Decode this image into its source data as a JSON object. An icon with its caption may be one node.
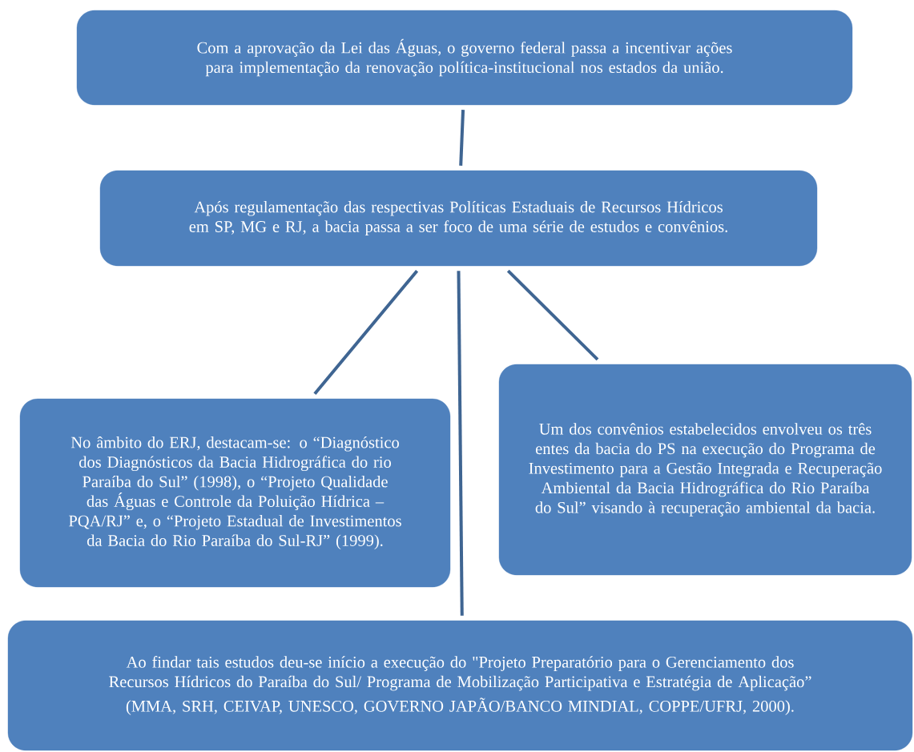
{
  "diagram": {
    "nodes": [
      {
        "text": [
          "Com a aprovação da Lei das Águas, o governo federal passa a incentivar ações para implementação da renovação política-institucional nos estados da união."
        ]
      },
      {
        "text": [
          "Após regulamentação das respectivas Políticas Estaduais de Recursos Hídricos em SP, MG e RJ, a bacia passa a ser foco de uma série de estudos e convênios."
        ]
      },
      {
        "text": [
          "No âmbito do ERJ, destacam-se: o “Diagnóstico dos Diagnósticos da Bacia Hidrográfica do rio Paraíba do Sul” (1998), o “Projeto Qualidade das Águas e Controle da Poluição Hídrica – PQA/RJ” e, o “Projeto Estadual de Investimentos da Bacia do Rio Paraíba do Sul-RJ” (1999)."
        ]
      },
      {
        "text": [
          "Um dos convênios estabelecidos envolveu os três entes da bacia do PS na execução do Programa de Investimento para a Gestão Integrada e Recuperação Ambiental da Bacia Hidrográfica do Rio Paraíba do Sul” visando à recuperação ambiental da bacia."
        ]
      },
      {
        "text": [
          "Ao findar tais estudos deu-se início a execução do \"Projeto Preparatório para o Gerenciamento dos Recursos Hídricos do Paraíba do Sul/ Programa de Mobilização Participativa e Estratégia de Aplicação”",
          "(MMA, SRH, CEIVAP, UNESCO, GOVERNO JAPÃO/BANCO MINDIAL, COPPE/UFRJ, 2000)."
        ]
      }
    ],
    "edges": [
      {
        "from": 0,
        "to": 1,
        "arrow": "none"
      },
      {
        "from": 1,
        "to": 2,
        "arrow": "none"
      },
      {
        "from": 1,
        "to": 4,
        "arrow": "none"
      },
      {
        "from": 1,
        "to": 3,
        "arrow": "none"
      }
    ]
  }
}
